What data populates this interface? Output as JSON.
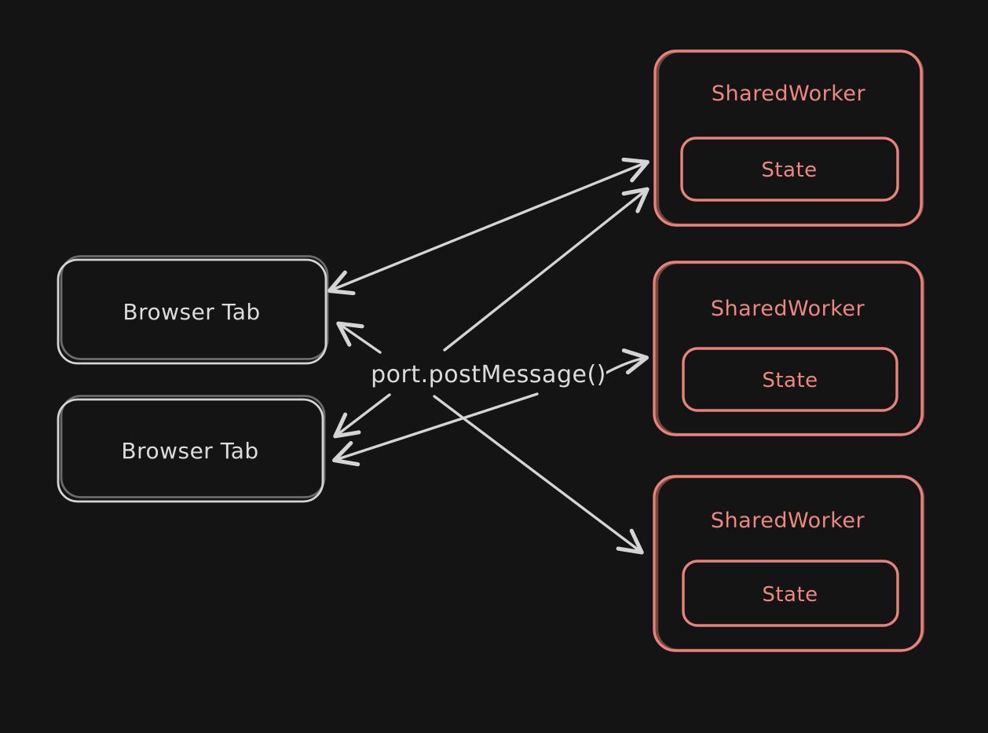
{
  "diagram": {
    "title": "SharedWorker message passing diagram",
    "colors": {
      "background": "#141414",
      "light_stroke": "#d4d4d4",
      "accent_stroke": "#e8827b"
    },
    "center_label": "port.postMessage()",
    "browser_tabs": [
      {
        "label": "Browser Tab"
      },
      {
        "label": "Browser Tab"
      }
    ],
    "workers": [
      {
        "label": "SharedWorker",
        "state_label": "State"
      },
      {
        "label": "SharedWorker",
        "state_label": "State"
      },
      {
        "label": "SharedWorker",
        "state_label": "State"
      }
    ]
  }
}
